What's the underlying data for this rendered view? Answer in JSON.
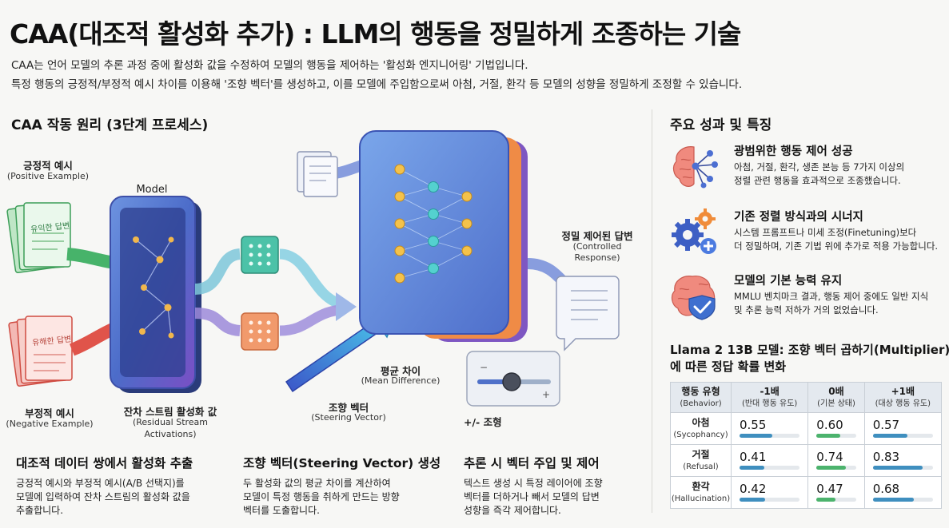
{
  "header": {
    "title": "CAA(대조적 활성화 추가) : LLM의 행동을 정밀하게 조종하는 기술",
    "subtitle_1": "CAA는 언어 모델의 추론 과정 중에 활성화 값을 수정하여 모델의 행동을 제어하는 '활성화 엔지니어링' 기법입니다.",
    "subtitle_2": "특정 행동의 긍정적/부정적 예시 차이를 이용해 '조향 벡터'를 생성하고, 이를 모델에 주입함으로써 아첨, 거절, 환각 등 모델의 성향을 정밀하게 조정할 수 있습니다."
  },
  "left": {
    "section_title": "CAA 작동 원리 (3단계 프로세스)",
    "positive_label": "긍정적 예시",
    "positive_sub": "(Positive Example)",
    "positive_doc": "유익한 답변",
    "negative_label": "부정적 예시",
    "negative_sub": "(Negative Example)",
    "negative_doc": "유해한 답변",
    "model_label": "Model",
    "residual_label": "잔차 스트림 활성화 값",
    "residual_sub_1": "(Residual Stream",
    "residual_sub_2": "Activations)",
    "mean_label": "평균 차이",
    "mean_sub": "(Mean Difference)",
    "steer_label": "조향 벡터",
    "steer_sub": "(Steering Vector)",
    "slider_label": "+/- 조형",
    "controlled_label": "정밀 제어된 답변",
    "controlled_sub_1": "(Controlled",
    "controlled_sub_2": "Response)",
    "steps": [
      {
        "title": "대조적 데이터 쌍에서 활성화 추출",
        "desc_1": "긍정적 예시와 부정적 예시(A/B 선택지)를",
        "desc_2": "모델에 입력하여 잔차 스트림의 활성화 값을",
        "desc_3": "추출합니다."
      },
      {
        "title": "조향 벡터(Steering Vector) 생성",
        "desc_1": "두 활성화 값의 평균 차이를 계산하여",
        "desc_2": "모델이 특정 행동을 취하게 만드는 방향",
        "desc_3": "벡터를 도출합니다."
      },
      {
        "title": "추론 시 벡터 주입 및 제어",
        "desc_1": "텍스트 생성 시 특정 레이어에 조향",
        "desc_2": "벡터를 더하거나 빼서 모델의 답변",
        "desc_3": "성향을 즉각 제어합니다."
      }
    ]
  },
  "right": {
    "section_title": "주요 성과 및 특징",
    "features": [
      {
        "icon": "brain-network-icon",
        "title": "광범위한 행동 제어 성공",
        "desc_1": "아첨, 거절, 환각, 생존 본능 등 7가지 이상의",
        "desc_2": "정렬 관련 행동을 효과적으로 조종했습니다."
      },
      {
        "icon": "gears-plus-icon",
        "title": "기존 정렬 방식과의 시너지",
        "desc_1": "시스템 프롬프트나 미세 조정(Finetuning)보다",
        "desc_2": "더 정밀하며, 기존 기법 위에 추가로 적용 가능합니다."
      },
      {
        "icon": "brain-shield-icon",
        "title": "모델의 기본 능력 유지",
        "desc_1": "MMLU 벤치마크 결과, 행동 제어 중에도 일반 지식",
        "desc_2": "및 추론 능력 저하가 거의 없었습니다."
      }
    ],
    "table_title_1": "Llama 2 13B 모델: 조향 벡터 곱하기(Multiplier)",
    "table_title_2": "에 따른 정답 확률 변화",
    "table": {
      "headers": [
        {
          "main": "행동 유형",
          "sub": "(Behavior)"
        },
        {
          "main": "-1배",
          "sub": "(반대 행동 유도)"
        },
        {
          "main": "0배",
          "sub": "(기본 상태)"
        },
        {
          "main": "+1배",
          "sub": "(대상 행동 유도)"
        }
      ],
      "rows": [
        {
          "main": "아첨",
          "sub": "(Sycophancy)",
          "values": [
            "0.55",
            "0.60",
            "0.57"
          ],
          "fills": [
            0.55,
            0.6,
            0.57
          ]
        },
        {
          "main": "거절",
          "sub": "(Refusal)",
          "values": [
            "0.41",
            "0.74",
            "0.83"
          ],
          "fills": [
            0.41,
            0.74,
            0.83
          ]
        },
        {
          "main": "환각",
          "sub": "(Hallucination)",
          "values": [
            "0.42",
            "0.47",
            "0.68"
          ],
          "fills": [
            0.42,
            0.47,
            0.68
          ]
        }
      ],
      "bar_colors": [
        "#3f8fbf",
        "#4cb36d",
        "#3f8fbf"
      ]
    }
  }
}
